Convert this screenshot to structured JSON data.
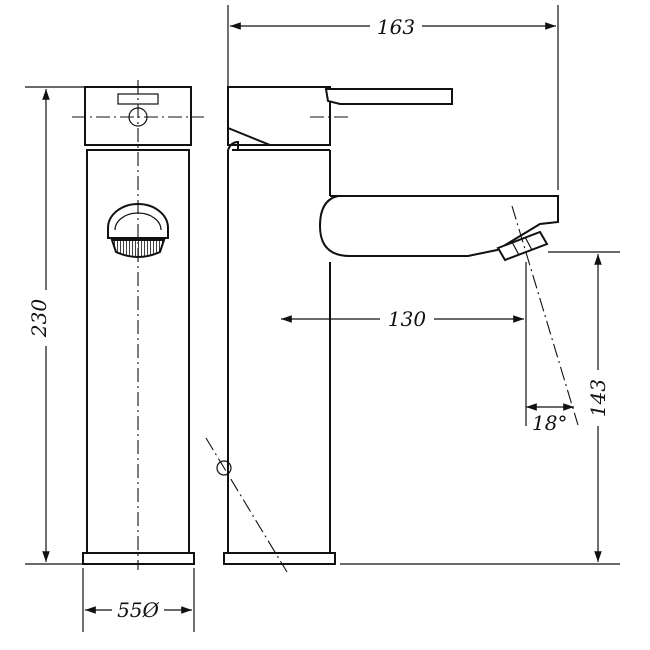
{
  "dimensions": {
    "width_top": "163",
    "spout_reach": "130",
    "total_height": "230",
    "outlet_height": "143",
    "spout_angle": "18°",
    "base_diameter": "55Ø"
  }
}
